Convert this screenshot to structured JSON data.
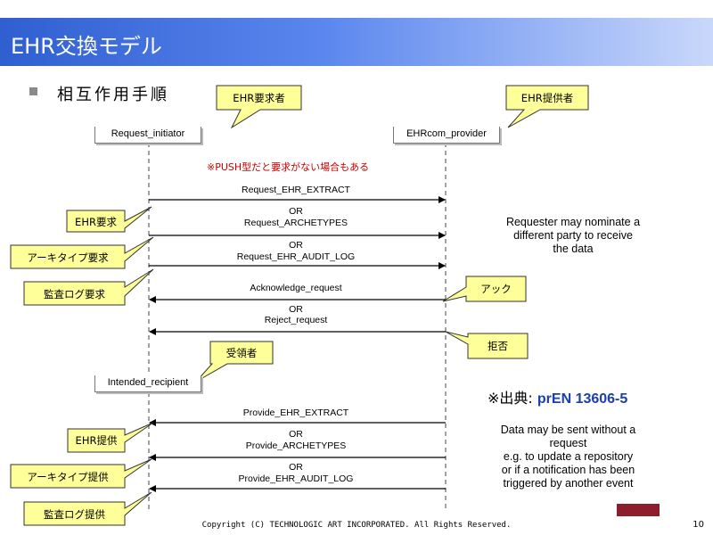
{
  "header": {
    "title": "EHR交換モデル"
  },
  "bullet": {
    "text": "相互作用手順"
  },
  "lifelines": {
    "initiator": "Request_initiator",
    "provider": "EHRcom_provider",
    "recipient": "Intended_recipient"
  },
  "note_push": "※PUSH型だと要求がない場合もある",
  "messages": {
    "m1": "Request_EHR_EXTRACT",
    "or1": "OR",
    "m2": "Request_ARCHETYPES",
    "or2": "OR",
    "m3": "Request_EHR_AUDIT_LOG",
    "m4": "Acknowledge_request",
    "or3": "OR",
    "m5": "Reject_request",
    "m6": "Provide_EHR_EXTRACT",
    "or4": "OR",
    "m7": "Provide_ARCHETYPES",
    "or5": "OR",
    "m8": "Provide_EHR_AUDIT_LOG"
  },
  "side_notes": {
    "nominate": [
      "Requester may nominate a",
      "different party to receive",
      "the data"
    ],
    "sent_without": [
      "Data may be sent without a",
      "request",
      "e.g. to update a repository",
      "or if a notification has been",
      "triggered by another event"
    ]
  },
  "callouts": {
    "requester": "EHR要求者",
    "provider": "EHR提供者",
    "ehr_request": "EHR要求",
    "archetype_request": "アーキタイプ要求",
    "audit_request": "監査ログ要求",
    "ack": "アック",
    "reject": "拒否",
    "recipient": "受領者",
    "ehr_provide": "EHR提供",
    "archetype_provide": "アーキタイプ提供",
    "audit_provide": "監査ログ提供"
  },
  "source": {
    "prefix": "※出典: ",
    "ref": "prEN 13606-5"
  },
  "footer": {
    "copyright": "Copyright (C) TECHNOLOGIC ART INCORPORATED. All Rights Reserved.",
    "page": "10"
  },
  "colors": {
    "callout_fill": "#ffff99",
    "callout_stroke": "#333333",
    "title_bar": "#3a6ae0",
    "push_note": "#cc0000"
  }
}
